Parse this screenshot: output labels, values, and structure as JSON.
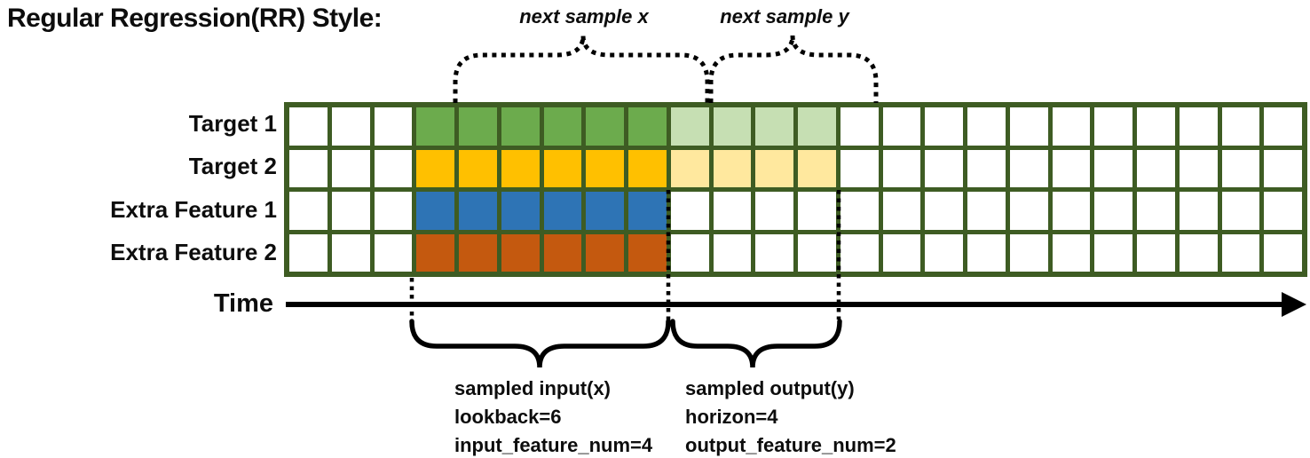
{
  "title": "Regular Regression(RR) Style:",
  "annotations": {
    "next_sample_x": "next sample x",
    "next_sample_y": "next sample y",
    "time_label": "Time",
    "input_block": {
      "line1": "sampled input(x)",
      "line2": "lookback=6",
      "line3": "input_feature_num=4"
    },
    "output_block": {
      "line1": "sampled output(y)",
      "line2": "horizon=4",
      "line3": "output_feature_num=2"
    }
  },
  "colors": {
    "grid_border": "#3E5C23",
    "target1_input": "#6CAB4D",
    "target1_output": "#C6DFB3",
    "target2_input": "#FFC000",
    "target2_output": "#FFE89E",
    "extra1_input": "#2E74B5",
    "extra2_input": "#C4590F",
    "empty_cell": "#FFFFFF",
    "annotation": "#000000"
  },
  "grid": {
    "columns": 24,
    "input_start_col": 3,
    "lookback": 6,
    "horizon": 4,
    "rows": [
      {
        "label": "Target 1",
        "input_fill": "target1_input",
        "output_fill": "target1_output"
      },
      {
        "label": "Target 2",
        "input_fill": "target2_input",
        "output_fill": "target2_output"
      },
      {
        "label": "Extra Feature 1",
        "input_fill": "extra1_input",
        "output_fill": null
      },
      {
        "label": "Extra Feature 2",
        "input_fill": "extra2_input",
        "output_fill": null
      }
    ]
  }
}
